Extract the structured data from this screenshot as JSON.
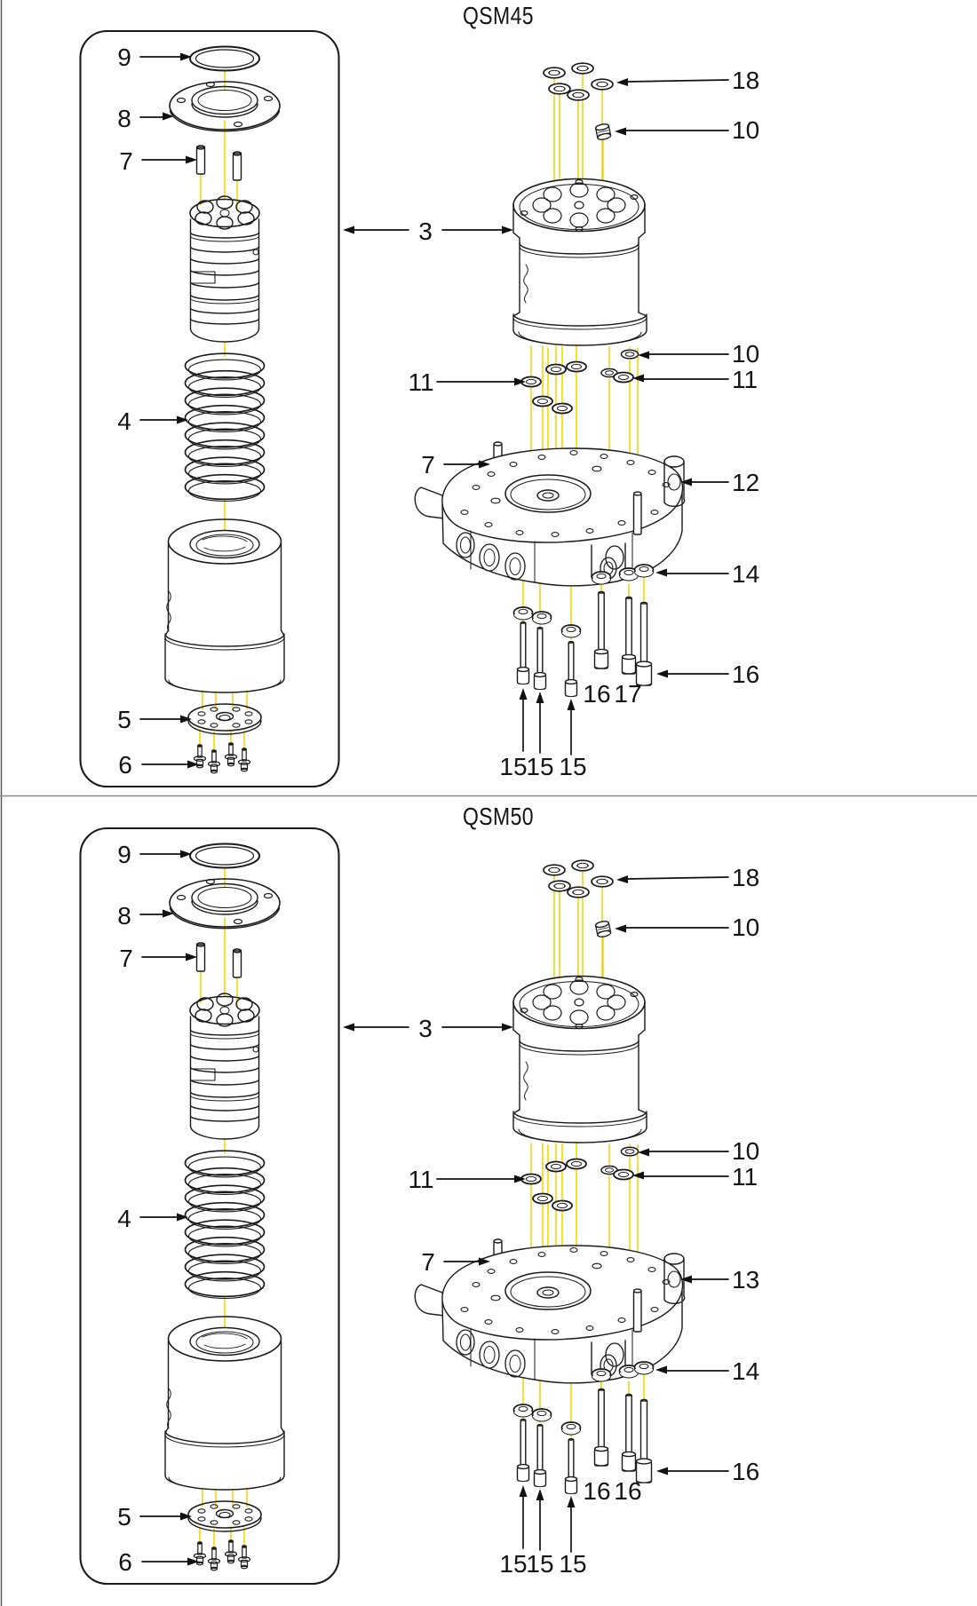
{
  "figure_type": "exploded-parts-diagram",
  "colors": {
    "line": "#1a1a1a",
    "leader": "#111111",
    "alignment_line": "#eed400",
    "divider": "#8c8c8c",
    "background": "#ffffff"
  },
  "sections": [
    {
      "id": "qsm45",
      "title": "QSM45",
      "callouts": {
        "o_ring": "9",
        "flange": "8",
        "pins_top": "7",
        "springs": "4",
        "base_plate": "5",
        "screws": "6",
        "assembly": "3",
        "seal_washers_left": "11",
        "pin_mid": "7",
        "washer_set_top": "18",
        "plug_top": "10",
        "seal_upper_right": "10",
        "seal_lower_right": "11",
        "manifold": "12",
        "nuts": "14",
        "bolt_large": "16",
        "bolt_mid_left": "16",
        "bolt_mid_right": "17",
        "bolt_long_a": "15",
        "bolt_long_b": "15",
        "bolt_long_c": "15"
      }
    },
    {
      "id": "qsm50",
      "title": "QSM50",
      "callouts": {
        "o_ring": "9",
        "flange": "8",
        "pins_top": "7",
        "springs": "4",
        "base_plate": "5",
        "screws": "6",
        "assembly": "3",
        "seal_washers_left": "11",
        "pin_mid": "7",
        "washer_set_top": "18",
        "plug_top": "10",
        "seal_upper_right": "10",
        "seal_lower_right": "11",
        "manifold": "13",
        "nuts": "14",
        "bolt_large": "16",
        "bolt_mid_left": "16",
        "bolt_mid_right": "16",
        "bolt_long_a": "15",
        "bolt_long_b": "15",
        "bolt_long_c": "15"
      }
    }
  ]
}
